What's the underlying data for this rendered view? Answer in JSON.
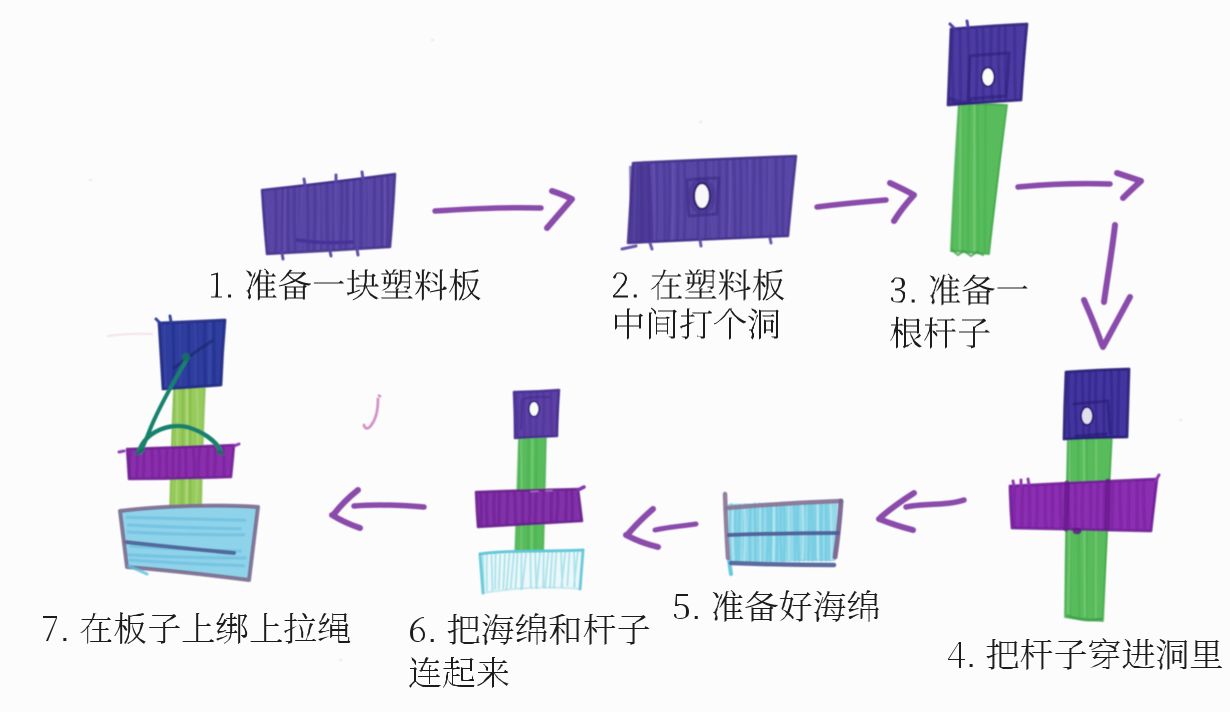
{
  "document": {
    "type": "hand-drawn step-by-step instructions",
    "language": "zh-CN",
    "step_count": 7
  },
  "steps": [
    {
      "number": 1,
      "caption_text": "1. 准备一块塑料板",
      "caption_lines": [
        "1. 准备一块塑料板"
      ],
      "figure": "purple plastic board"
    },
    {
      "number": 2,
      "caption_text": "2. 在塑料板中间打个洞",
      "caption_lines": [
        "2. 在塑料板",
        "中间打个洞"
      ],
      "figure": "purple plastic board with a hole in the middle"
    },
    {
      "number": 3,
      "caption_text": "3. 准备一根杆子",
      "caption_lines": [
        "3. 准备一",
        "根杆子"
      ],
      "figure": "green pole with blue cap"
    },
    {
      "number": 4,
      "caption_text": "4. 把杆子穿进洞里",
      "caption_lines": [
        "4. 把杆子穿进洞里"
      ],
      "figure": "green pole through purple board"
    },
    {
      "number": 5,
      "caption_text": "5. 准备好海绵",
      "caption_lines": [
        "5. 准备好海绵"
      ],
      "figure": "light blue sponge"
    },
    {
      "number": 6,
      "caption_text": "6. 把海绵和杆子连起来",
      "caption_lines": [
        "6. 把海绵和杆子",
        "连起来"
      ],
      "figure": "sponge attached to bottom of pole"
    },
    {
      "number": 7,
      "caption_text": "7. 在板子上绑上拉绳",
      "caption_lines": [
        "7. 在板子上绑上拉绳"
      ],
      "figure": "finished tool with pull rope tied to board"
    }
  ],
  "arrows": [
    {
      "from_step": 1,
      "to_step": 2,
      "direction": "right"
    },
    {
      "from_step": 2,
      "to_step": 3,
      "direction": "right"
    },
    {
      "from_step": 3,
      "to_step": 4,
      "direction": "right then down"
    },
    {
      "from_step": 4,
      "to_step": 5,
      "direction": "left"
    },
    {
      "from_step": 5,
      "to_step": 6,
      "direction": "left"
    },
    {
      "from_step": 6,
      "to_step": 7,
      "direction": "left"
    }
  ],
  "stray_marks": [
    {
      "kind": "handwritten letter",
      "text": "j",
      "color": "#c878bd"
    }
  ],
  "palette": {
    "paper": "#fcfcfc",
    "text": "#1c1c1c",
    "arrow_purple": "#8a4cab",
    "board_indigo": "#5946a7",
    "board_violet": "#8c2fb2",
    "pole_green": "#58bc5b",
    "pole_light_green": "#97cb5c",
    "cap_indigo": "#4b3aa2",
    "cap_blue": "#2e3c9e",
    "sponge_blue": "#8ed3ea",
    "sponge_pale_blue": "#b9e7f0",
    "rope_teal": "#17826d"
  }
}
